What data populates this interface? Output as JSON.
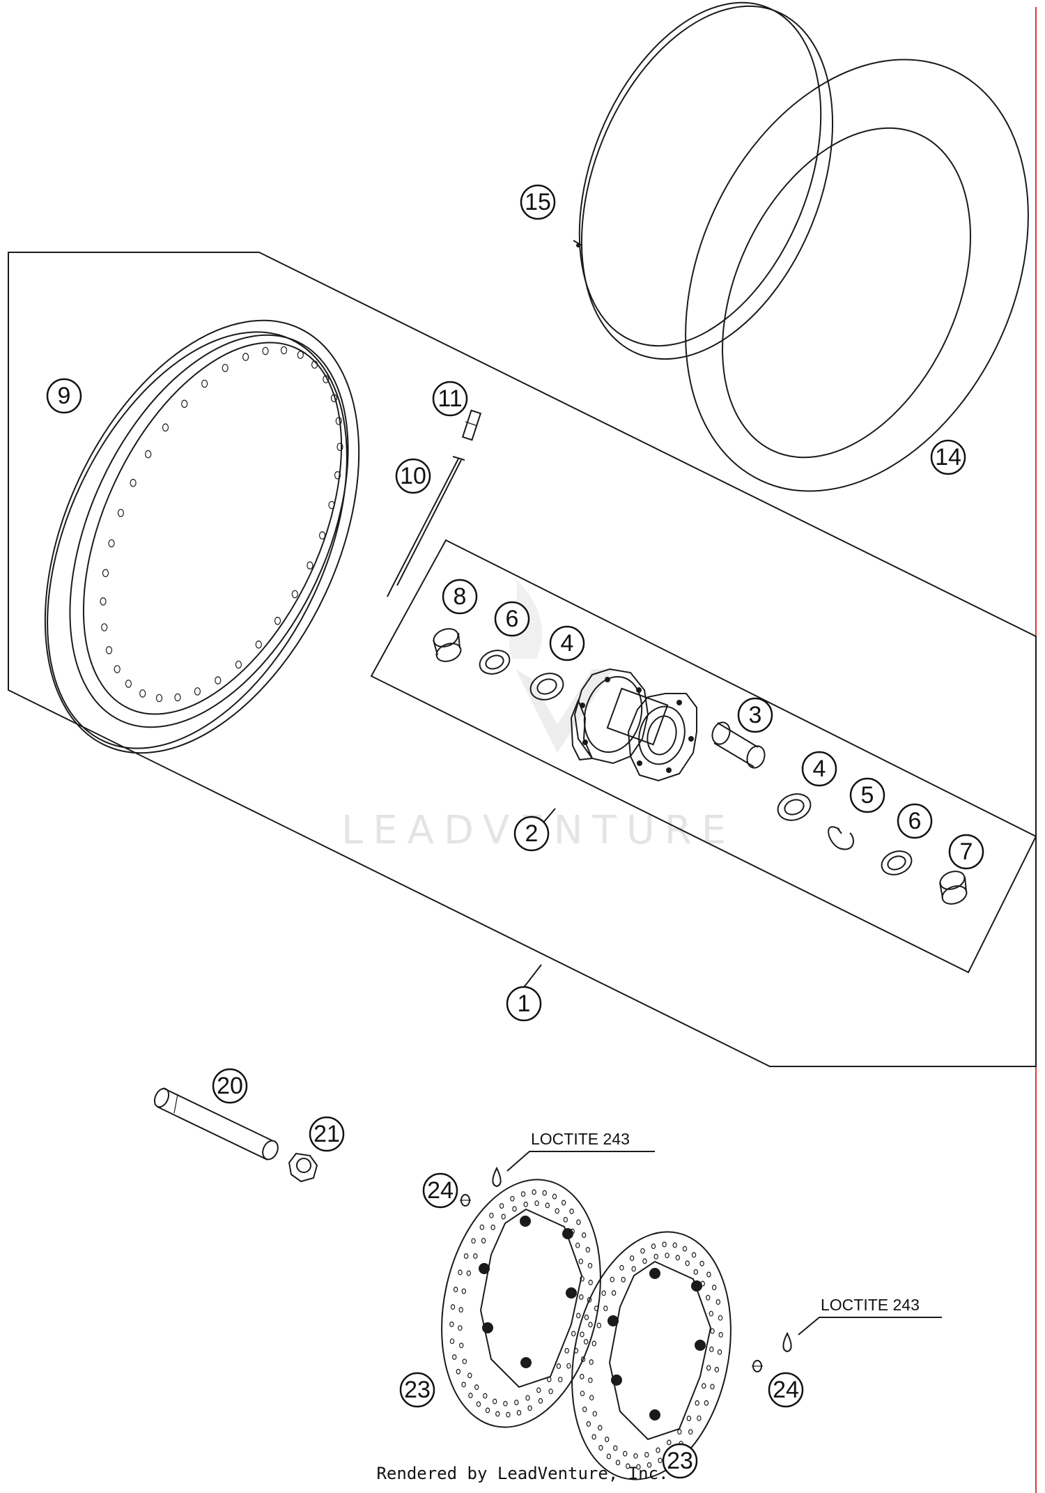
{
  "diagram": {
    "callouts": [
      {
        "id": "c1",
        "label": "1"
      },
      {
        "id": "c2",
        "label": "2"
      },
      {
        "id": "c3",
        "label": "3"
      },
      {
        "id": "c4a",
        "label": "4"
      },
      {
        "id": "c4b",
        "label": "4"
      },
      {
        "id": "c5",
        "label": "5"
      },
      {
        "id": "c6a",
        "label": "6"
      },
      {
        "id": "c6b",
        "label": "6"
      },
      {
        "id": "c7",
        "label": "7"
      },
      {
        "id": "c8",
        "label": "8"
      },
      {
        "id": "c9",
        "label": "9"
      },
      {
        "id": "c10",
        "label": "10"
      },
      {
        "id": "c11",
        "label": "11"
      },
      {
        "id": "c14",
        "label": "14"
      },
      {
        "id": "c15",
        "label": "15"
      },
      {
        "id": "c20",
        "label": "20"
      },
      {
        "id": "c21",
        "label": "21"
      },
      {
        "id": "c23a",
        "label": "23"
      },
      {
        "id": "c23b",
        "label": "23"
      },
      {
        "id": "c24a",
        "label": "24"
      },
      {
        "id": "c24b",
        "label": "24"
      }
    ],
    "notes": {
      "loctite_a": "LOCTITE 243",
      "loctite_b": "LOCTITE 243"
    },
    "watermark": "LEADVENTURE"
  },
  "footer": {
    "credit": "Rendered by LeadVenture, Inc."
  },
  "colors": {
    "line": "#1a1a1a",
    "border_right": "#e0393b",
    "watermark": "#cfcfcf"
  }
}
